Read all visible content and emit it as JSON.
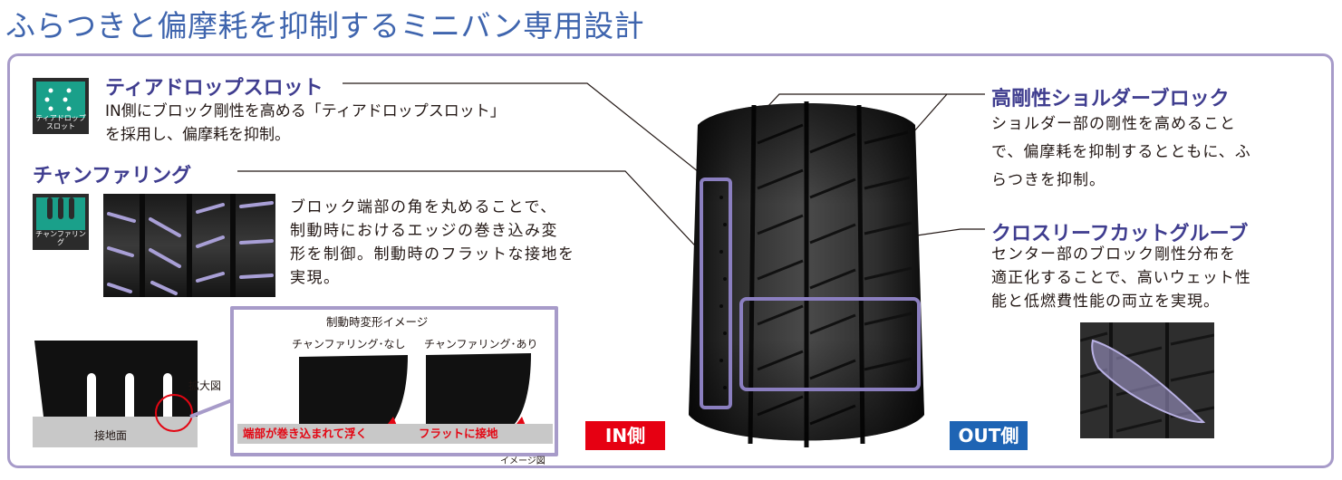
{
  "page": {
    "title": "ふらつきと偏摩耗を抑制するミニバン専用設計"
  },
  "features": {
    "teardrop": {
      "heading": "ティアドロップスロット",
      "body_line1": "IN側にブロック剛性を高める「ティアドロップスロット」",
      "body_line2": "を採用し、偏摩耗を抑制。",
      "icon_label": "ティアドロップスロット"
    },
    "chamfering": {
      "heading": "チャンファリング",
      "body_line1": "ブロック端部の角を丸めることで、",
      "body_line2": "制動時におけるエッジの巻き込み変",
      "body_line3": "形を制御。制動時のフラットな接地を",
      "body_line4": "実現。",
      "icon_label": "チャンファリング"
    },
    "shoulder": {
      "heading": "高剛性ショルダーブロック",
      "body_line1": "ショルダー部の剛性を高めること",
      "body_line2": "で、偏摩耗を抑制するとともに、ふ",
      "body_line3": "らつきを抑制。"
    },
    "groove": {
      "heading": "クロスリーフカットグルーブ",
      "body_line1": "センター部のブロック剛性分布を",
      "body_line2": "適正化することで、高いウェット性",
      "body_line3": "能と低燃費性能の両立を実現。"
    }
  },
  "deformation": {
    "title": "制動時変形イメージ",
    "without_label": "チャンファリング･なし",
    "with_label": "チャンファリング･あり",
    "without_result": "端部が巻き込まれて浮く",
    "with_result": "フラットに接地",
    "zoom_label": "拡大図",
    "ground_label": "接地面",
    "image_note": "イメージ図"
  },
  "tire": {
    "in_side": "IN側",
    "out_side": "OUT側"
  },
  "colors": {
    "title_blue": "#3f65ae",
    "heading_navy": "#3f3d8f",
    "frame_lavender": "#a79bc9",
    "highlight_purple": "#8b7fc0",
    "in_red": "#e60012",
    "out_blue": "#1e64b4",
    "label_red": "#e30613"
  }
}
